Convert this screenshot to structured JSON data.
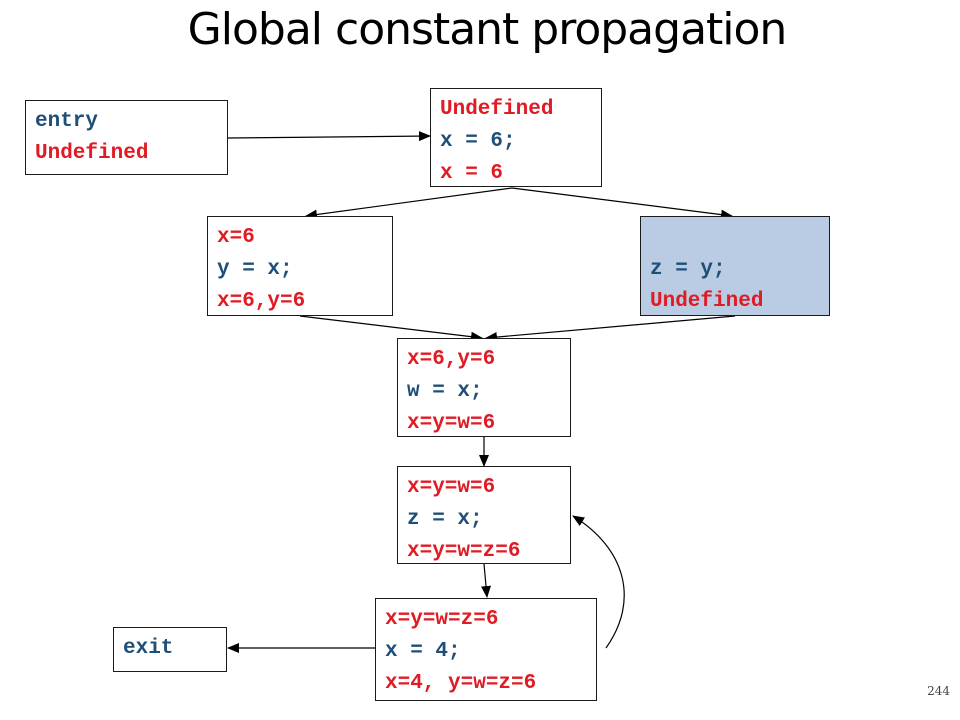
{
  "title": "Global constant propagation",
  "page_number": "244",
  "colors": {
    "fact_text": "#e01b24",
    "code_text": "#1f4e79",
    "shaded_node_fill": "#b9cce4"
  },
  "nodes": {
    "entry": {
      "lines": [
        {
          "text": "entry",
          "kind": "code"
        },
        {
          "text": "Undefined",
          "kind": "fact"
        }
      ]
    },
    "n1": {
      "lines": [
        {
          "text": "Undefined",
          "kind": "fact"
        },
        {
          "text": "x = 6;",
          "kind": "code"
        },
        {
          "text": "x = 6",
          "kind": "fact"
        }
      ]
    },
    "n2": {
      "lines": [
        {
          "text": "x=6",
          "kind": "fact"
        },
        {
          "text": "y = x;",
          "kind": "code"
        },
        {
          "text": "x=6,y=6",
          "kind": "fact"
        }
      ]
    },
    "n3": {
      "shaded": true,
      "lines": [
        {
          "text": "",
          "kind": "code"
        },
        {
          "text": "z = y;",
          "kind": "code"
        },
        {
          "text": "Undefined",
          "kind": "fact"
        }
      ]
    },
    "n4": {
      "lines": [
        {
          "text": "x=6,y=6",
          "kind": "fact"
        },
        {
          "text": "w = x;",
          "kind": "code"
        },
        {
          "text": "x=y=w=6",
          "kind": "fact"
        }
      ]
    },
    "n5": {
      "lines": [
        {
          "text": "x=y=w=6",
          "kind": "fact"
        },
        {
          "text": "z = x;",
          "kind": "code"
        },
        {
          "text": "x=y=w=z=6",
          "kind": "fact"
        }
      ]
    },
    "n6": {
      "lines": [
        {
          "text": "x=y=w=z=6",
          "kind": "fact"
        },
        {
          "text": "x = 4;",
          "kind": "code"
        },
        {
          "text": "x=4, y=w=z=6",
          "kind": "fact"
        }
      ]
    },
    "exit": {
      "lines": [
        {
          "text": "exit",
          "kind": "code"
        }
      ]
    }
  }
}
